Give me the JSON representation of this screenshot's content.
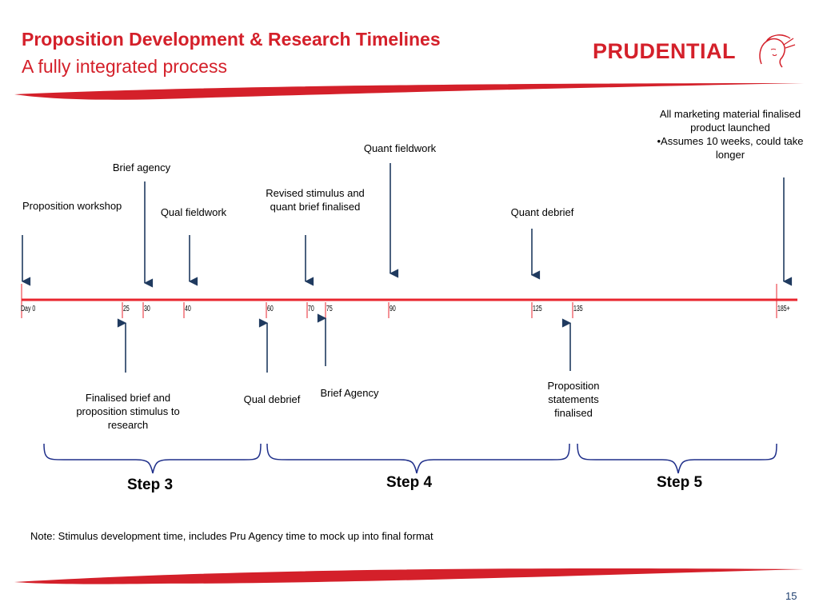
{
  "header": {
    "title": "Proposition Development & Research Timelines",
    "subtitle": "A fully integrated process",
    "logo_text": "PRUDENTIAL"
  },
  "timeline": {
    "ticks": [
      "Day 0",
      "25",
      "30",
      "40",
      "60",
      "70",
      "75",
      "90",
      "125",
      "135",
      "185+"
    ]
  },
  "events_above": [
    {
      "label": "Proposition workshop",
      "day": "Day 0"
    },
    {
      "label": "Brief agency",
      "day": "30"
    },
    {
      "label": "Qual fieldwork",
      "day": "40"
    },
    {
      "label": "Revised stimulus and quant brief finalised",
      "day": "70"
    },
    {
      "label": "Quant fieldwork",
      "day": "90"
    },
    {
      "label": "Quant debrief",
      "day": "125"
    },
    {
      "lines": [
        "All marketing material finalised",
        "product launched",
        "•Assumes 10 weeks, could take",
        "longer"
      ],
      "day": "185+"
    }
  ],
  "events_below": [
    {
      "label": "Finalised brief and proposition stimulus to research",
      "day": "25"
    },
    {
      "label": "Qual debrief",
      "day": "60"
    },
    {
      "label": "Brief Agency",
      "day": "75"
    },
    {
      "label": "Proposition statements finalised",
      "day": "135"
    }
  ],
  "steps": [
    "Step 3",
    "Step 4",
    "Step 5"
  ],
  "footer": {
    "note": "Note: Stimulus development time, includes Pru Agency time to mock up into final format",
    "page_number": "15"
  },
  "colors": {
    "brand_red": "#d4202a",
    "arrow_navy": "#1f3a5f"
  }
}
